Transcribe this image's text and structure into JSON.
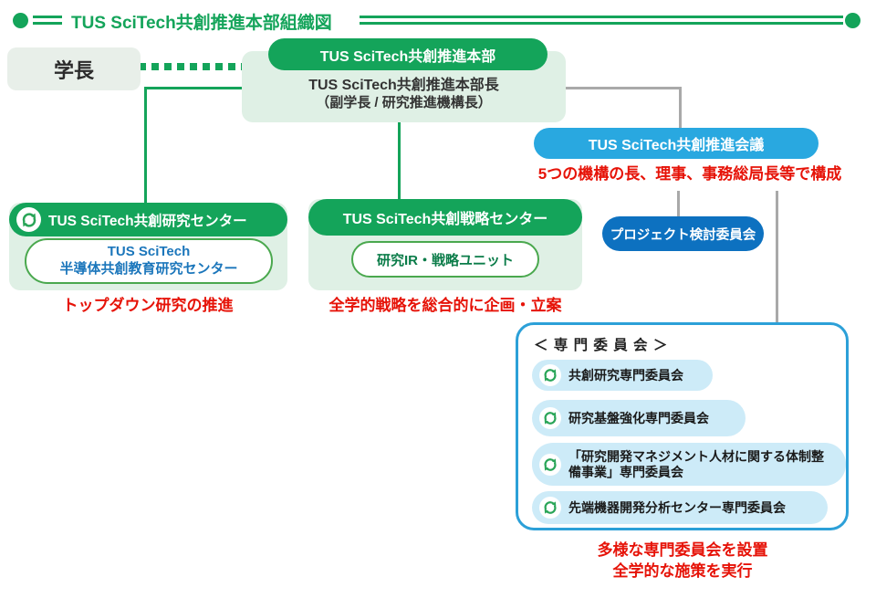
{
  "title": {
    "text": "TUS SciTech共創推進本部組織図"
  },
  "president": {
    "label": "学長"
  },
  "headquarters": {
    "pill": "TUS SciTech共創推進本部",
    "head_line1": "TUS SciTech共創推進本部長",
    "head_line2": "（副学長 / 研究推進機構長）"
  },
  "council": {
    "pill": "TUS SciTech共創推進会議",
    "note": "5つの機構の長、理事、事務総局長等で構成"
  },
  "research_center": {
    "pill": "TUS SciTech共創研究センター",
    "sub_line1": "TUS SciTech",
    "sub_line2": "半導体共創教育研究センター",
    "note": "トップダウン研究の推進"
  },
  "strategy_center": {
    "pill": "TUS SciTech共創戦略センター",
    "sub": "研究IR・戦略ユニット",
    "note": "全学的戦略を総合的に企画・立案"
  },
  "project_committee": {
    "label": "プロジェクト検討委員会"
  },
  "special_committees": {
    "header": "＜ 専 門 委 員 会 ＞",
    "items": [
      {
        "label": "共創研究専門委員会"
      },
      {
        "label": "研究基盤強化専門委員会"
      },
      {
        "label": "「研究開発マネジメント人材に関する体制整備事業」専門委員会"
      },
      {
        "label": "先端機器開発分析センター専門委員会"
      }
    ],
    "note_line1": "多様な専門委員会を設置",
    "note_line2": "全学的な施策を実行"
  },
  "colors": {
    "green": "#14a45a",
    "light_green_bg": "#dff0e5",
    "blue": "#29a8e0",
    "dark_blue": "#0d71c0",
    "light_blue": "#cdebf8",
    "panel_border_blue": "#2ca0d8",
    "red": "#e61308",
    "gray_line": "#a9a9a9",
    "link_blue_text": "#1b76bb",
    "dark_green_text": "#0b7c49"
  }
}
